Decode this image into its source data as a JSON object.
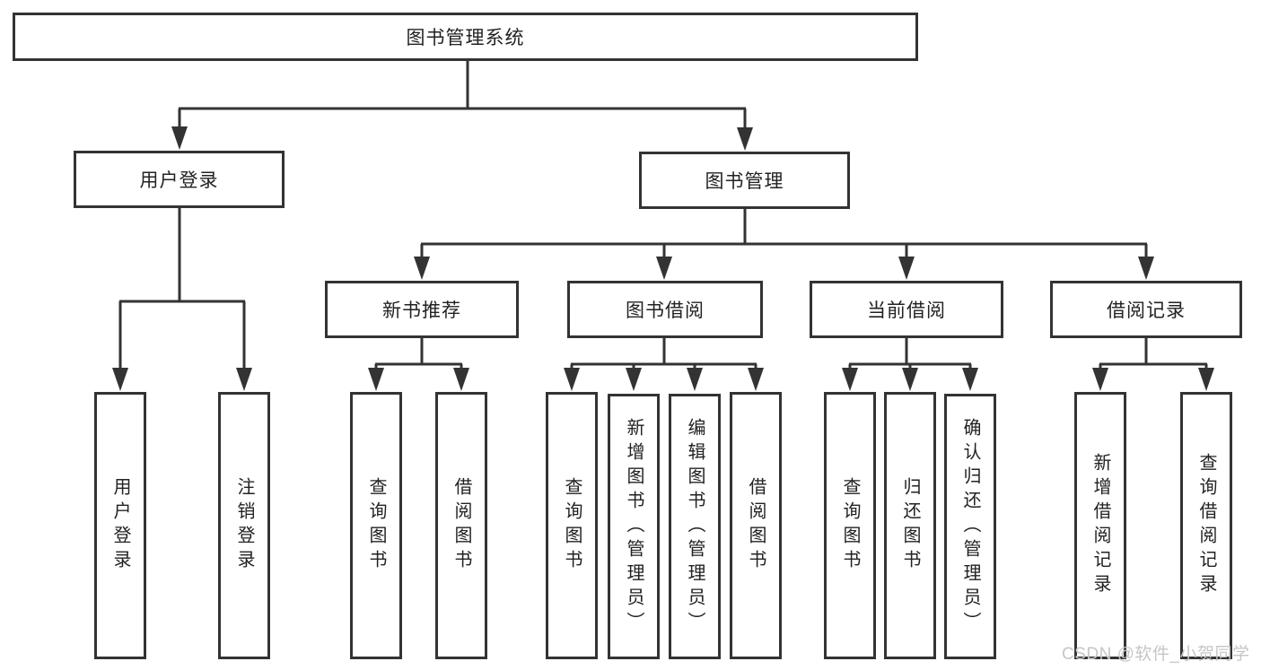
{
  "watermark": "CSDN @软件_小贺同学",
  "colors": {
    "line": "#333333",
    "text": "#222222",
    "background": "#ffffff",
    "watermark": "#c6c6c6"
  },
  "boxes": {
    "root": "图书管理系统",
    "level2": [
      "用户登录",
      "图书管理"
    ],
    "level3": [
      "新书推荐",
      "图书借阅",
      "当前借阅",
      "借阅记录"
    ],
    "level4": {
      "login": [
        "用户登录",
        "注销登录"
      ],
      "recommend": [
        "查询图书",
        "借阅图书"
      ],
      "borrow": [
        "查询图书",
        "新增图书（管理员）",
        "编辑图书（管理员）",
        "借阅图书"
      ],
      "current": [
        "查询图书",
        "归还图书",
        "确认归还（管理员）"
      ],
      "records": [
        "新增借阅记录",
        "查询借阅记录"
      ]
    }
  }
}
